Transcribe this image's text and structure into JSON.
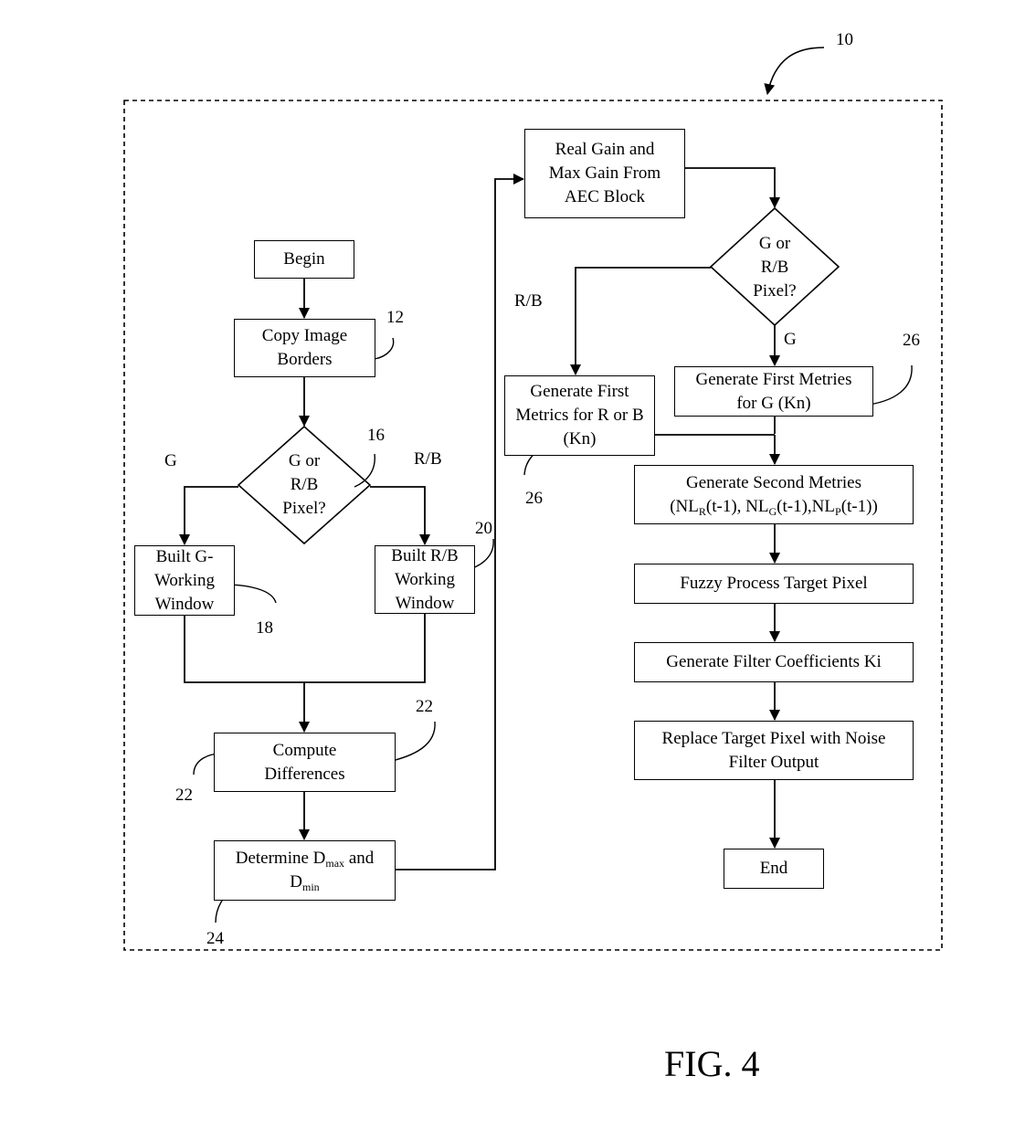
{
  "figure": {
    "label": "FIG. 4",
    "reference": "10"
  },
  "nodes": {
    "begin": {
      "text": "Begin"
    },
    "copy_borders": {
      "line1": "Copy Image",
      "line2": "Borders",
      "ref": "12"
    },
    "decision_left": {
      "line1": "G or",
      "line2": "R/B",
      "line3": "Pixel?",
      "ref": "16",
      "branch_left": "G",
      "branch_right": "R/B"
    },
    "built_g": {
      "line1": "Built G-",
      "line2": "Working",
      "line3": "Window",
      "ref": "18"
    },
    "built_rb": {
      "line1": "Built R/B",
      "line2": "Working",
      "line3": "Window",
      "ref": "20"
    },
    "compute_diff": {
      "line1": "Compute",
      "line2": "Differences",
      "ref_right": "22",
      "ref_left": "22"
    },
    "determine": {
      "pre": "Determine D",
      "sub_max": "max",
      "mid": " and",
      "d2": "D",
      "sub_min": "min",
      "ref": "24"
    },
    "real_gain": {
      "line1": "Real Gain and",
      "line2": "Max Gain From",
      "line3": "AEC Block"
    },
    "decision_right": {
      "line1": "G or",
      "line2": "R/B",
      "line3": "Pixel?",
      "branch_left": "R/B",
      "branch_down": "G"
    },
    "gen_first_rb": {
      "line1": "Generate First",
      "line2": "Metrics for R or B",
      "line3": "(Kn)",
      "ref": "26"
    },
    "gen_first_g": {
      "line1": "Generate First Metries",
      "line2": "for G (Kn)",
      "ref": "26"
    },
    "gen_second": {
      "line1": "Generate Second Metries",
      "p1": "(NL",
      "s1": "R",
      "p2": "(t-1), NL",
      "s2": "G",
      "p3": "(t-1),NL",
      "s3": "P",
      "p4": "(t-1))"
    },
    "fuzzy": {
      "text": "Fuzzy Process Target Pixel"
    },
    "filter_coeff": {
      "text": "Generate Filter Coefficients Ki"
    },
    "replace": {
      "line1": "Replace Target Pixel with Noise",
      "line2": "Filter Output"
    },
    "end": {
      "text": "End"
    }
  }
}
